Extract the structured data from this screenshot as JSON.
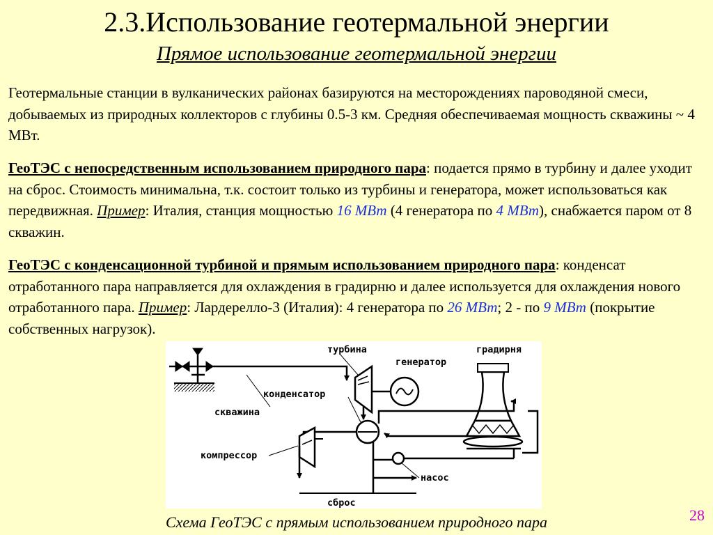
{
  "title": "2.3.Использование геотермальной энергии",
  "subtitle": "Прямое использование геотермальной энергии",
  "para1": "Геотермальные станции в вулканических районах базируются на месторождениях пароводяной смеси, добываемых из природных коллекторов с глубины 0.5-3 км. Средняя обеспечиваемая мощность скважины ~ 4 МВт.",
  "para2": {
    "term": "ГеоТЭС с непосредственным использованием природного пара",
    "text1": ": подается прямо в турбину и далее уходит на сброс. Стоимость минимальна, т.к. состоит только из турбины и генератора, может использоваться как передвижная. ",
    "example_label": "Пример",
    "text2": ": Италия, станция мощностью ",
    "value1": "16 МВт",
    "text3": " (4 генератора по ",
    "value2": "4 МВт",
    "text4": "), снабжается паром от 8 скважин."
  },
  "para3": {
    "term": "ГеоТЭС с конденсационной турбиной и прямым использованием природного пара",
    "text1": ": конденсат отработанного пара направляется для охлаждения в градирню и далее используется для охлаждения нового отработанного пара.  ",
    "example_label": "Пример",
    "text2": ":  Лардерелло-3 (Италия): 4 генератора по ",
    "value1": "26 МВт",
    "text3": "; 2 - по ",
    "value2": "9 МВт",
    "text4": " (покрытие собственных нагрузок)."
  },
  "diagram": {
    "labels": {
      "turbine": "турбина",
      "generator": "генератор",
      "cooling_tower": "градирня",
      "condenser": "конденсатор",
      "well": "скважина",
      "compressor": "компрессор",
      "pump": "насос",
      "discharge": "сброс"
    }
  },
  "caption": "Схема ГеоТЭС с прямым использованием природного пара",
  "page_number": "28",
  "colors": {
    "background": "#FFFFCC",
    "highlight": "#1A2FD6",
    "page_number": "#CC00CC"
  }
}
